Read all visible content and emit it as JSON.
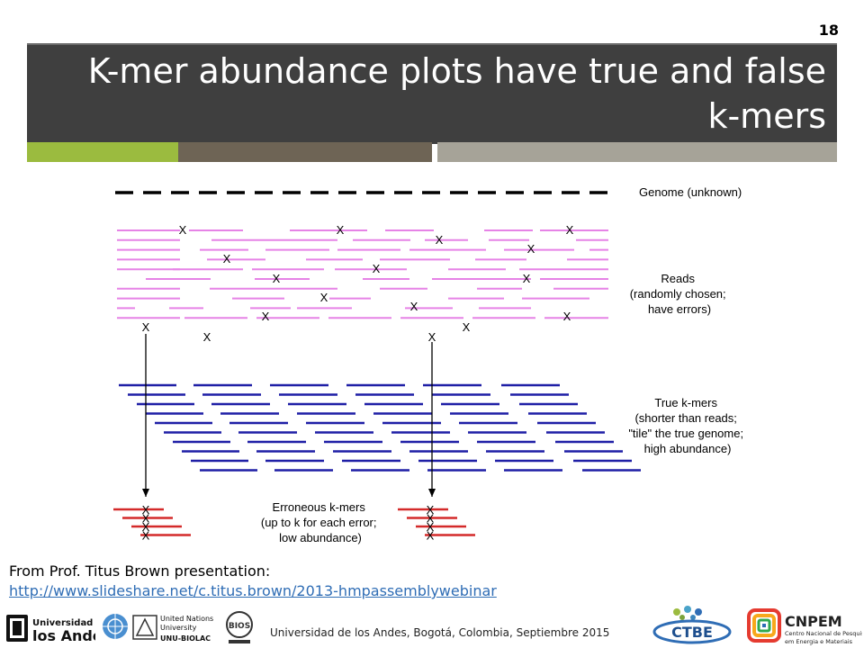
{
  "slide": {
    "number": "18",
    "title": "K-mer abundance plots have true and false k-mers"
  },
  "diagram": {
    "genome_label": "Genome (unknown)",
    "reads_label": [
      "Reads",
      "(randomly chosen;",
      "have errors)"
    ],
    "true_kmers_label": [
      "True k-mers",
      "(shorter than reads;",
      "\"tile\" the true genome;",
      "high abundance)"
    ],
    "erroneous_label": [
      "Erroneous k-mers",
      "(up to k for each error;",
      "low abundance)"
    ],
    "error_mark": "X",
    "colors": {
      "genome": "#000000",
      "reads": "#e683e6",
      "true_kmers": "#1f1fa6",
      "erroneous": "#d42a2a",
      "arrow": "#000000"
    }
  },
  "source": {
    "credit": "From Prof. Titus Brown presentation:",
    "link": "http://www.slideshare.net/c.titus.brown/2013-hmpassemblywebinar"
  },
  "footer": {
    "text": "Universidad de los Andes, Bogotá, Colombia, Septiembre 2015",
    "logos": {
      "uniandes": [
        "Universidad de",
        "los Andes"
      ],
      "unu": [
        "United Nations",
        "University",
        "UNU-BIOLAC"
      ],
      "bios": "BIOS",
      "ctbe": "CTBE",
      "cnpem": [
        "CNPEM",
        "Centro Nacional de Pesquisa",
        "em Energia e Materiais"
      ]
    }
  }
}
